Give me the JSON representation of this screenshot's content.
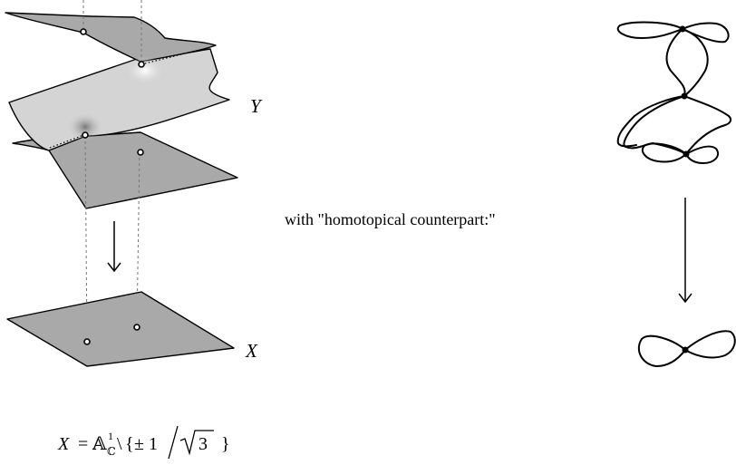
{
  "left_figure": {
    "label_Y": "Y",
    "label_X": "X",
    "formula": {
      "lhs": "X",
      "eq": "=",
      "affine": "𝔸",
      "superscript": "1",
      "subscript": "ℂ",
      "setminus": "\\",
      "open_brace": "{",
      "pm_one": "± 1",
      "sqrt_arg": "3",
      "close_brace": "}"
    }
  },
  "caption": "with \"homotopical counterpart:\"",
  "colors": {
    "sheet_dark": "#a9a9a9",
    "sheet_light": "#d4d4d4",
    "stroke": "#000000",
    "dashed": "#777777"
  }
}
